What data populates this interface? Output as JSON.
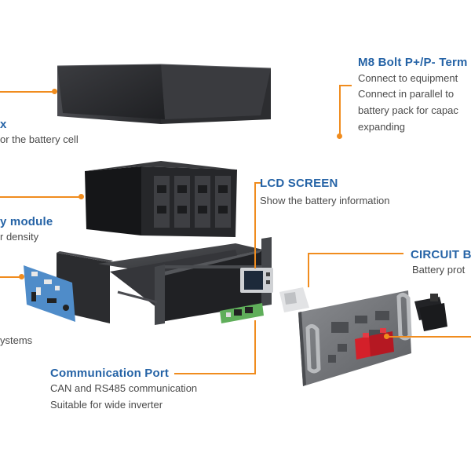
{
  "callouts": {
    "m8_bolt": {
      "title": "M8 Bolt P+/P- Term",
      "lines": [
        "Connect to equipment",
        "Connect in parallel to",
        "battery pack for capac",
        "expanding"
      ]
    },
    "case": {
      "title": "x",
      "lines": [
        "or the battery cell"
      ]
    },
    "lcd": {
      "title": "LCD SCREEN",
      "lines": [
        "Show the battery information"
      ]
    },
    "battery_module": {
      "title": "y module",
      "lines": [
        "r density"
      ]
    },
    "circuit": {
      "title": "CIRCUIT B",
      "lines": [
        "Battery prot"
      ]
    },
    "bms": {
      "lines": [
        "ystems"
      ]
    },
    "comm": {
      "title": "Communication Port",
      "lines": [
        "CAN and RS485 communication",
        "Suitable for wide inverter"
      ]
    }
  },
  "colors": {
    "title": "#2563a6",
    "description": "#4a4a4a",
    "leader": "#f08c1e",
    "metal_dark": "#2f3033",
    "breaker_red": "#d4202a",
    "pcb_blue": "#4f8cc9",
    "pcb_green": "#5fae5a",
    "lcd_screen": "#1d2a3a"
  }
}
